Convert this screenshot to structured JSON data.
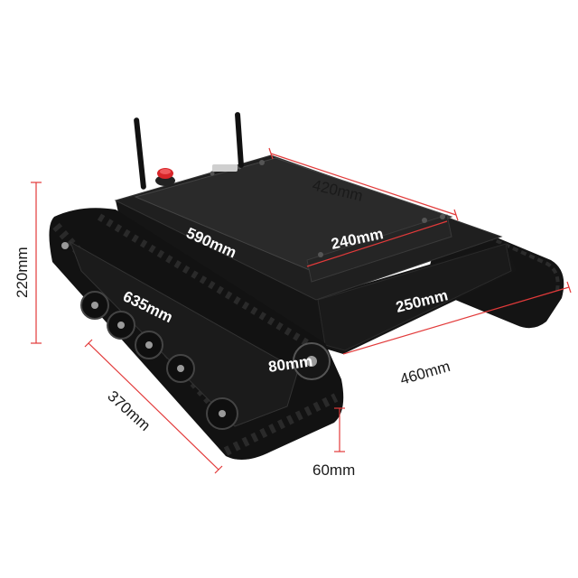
{
  "dimensions": {
    "height": "220mm",
    "width_top": "420mm",
    "length_top": "590mm",
    "plate_width": "240mm",
    "body_width": "250mm",
    "track_length": "635mm",
    "track_width": "80mm",
    "overall_width": "460mm",
    "base_length": "370mm",
    "ground_clearance": "60mm"
  },
  "colors": {
    "dim_line": "#e23a3a",
    "body": "#1d1d1d",
    "track": "#141414",
    "background": "#ffffff"
  },
  "objects": {
    "antenna": "antenna-icon",
    "emergency_stop": "emergency-stop-icon"
  }
}
